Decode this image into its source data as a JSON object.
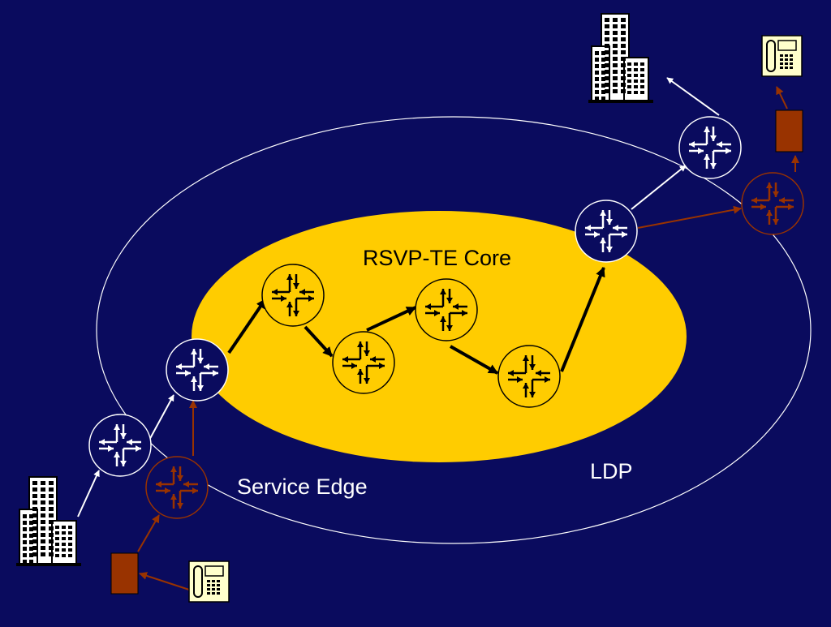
{
  "labels": {
    "core": "RSVP-TE Core",
    "edge": "Service Edge",
    "ldp": "LDP"
  },
  "colors": {
    "background": "#0a0b5e",
    "core_fill": "#ffcc00",
    "white_router_fill": "#0a0b5e",
    "core_router_fill": "#ffcc00",
    "voice_accent": "#993300",
    "phone_fill": "#ffffcc"
  },
  "icons": {
    "router": "router-icon",
    "building": "building-icon",
    "phone": "phone-icon",
    "gateway": "gateway-box-icon"
  }
}
